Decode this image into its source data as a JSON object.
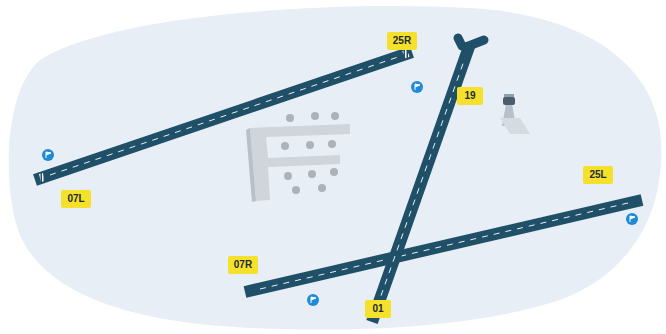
{
  "diagram": {
    "nodes": [
      {
        "text": [
          "25R"
        ]
      },
      {
        "text": [
          "19"
        ]
      },
      {
        "text": [
          "07L"
        ]
      },
      {
        "text": [
          "25L"
        ]
      },
      {
        "text": [
          "07R"
        ]
      },
      {
        "text": [
          "01"
        ]
      }
    ]
  }
}
